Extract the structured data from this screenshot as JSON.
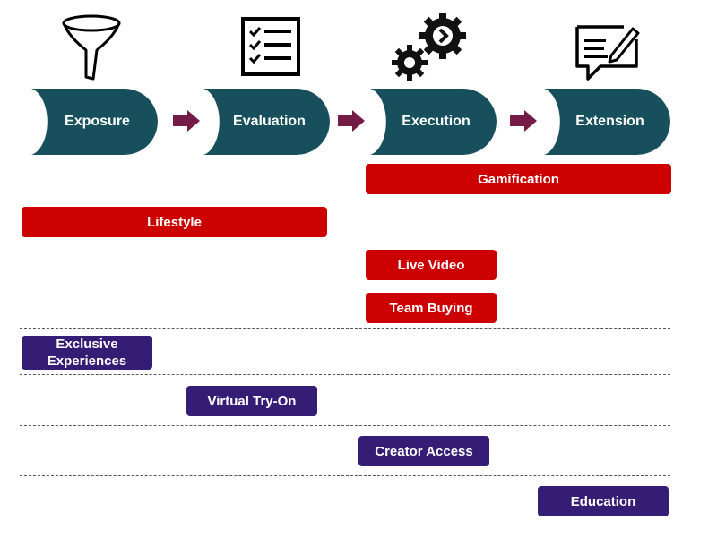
{
  "stages": [
    {
      "label": "Exposure",
      "icon": "funnel-icon"
    },
    {
      "label": "Evaluation",
      "icon": "checklist-icon"
    },
    {
      "label": "Execution",
      "icon": "gears-icon"
    },
    {
      "label": "Extension",
      "icon": "feedback-icon"
    }
  ],
  "arrow_icon": "right-arrow-icon",
  "bars": [
    {
      "label": "Gamification",
      "color": "#cc0000"
    },
    {
      "label": "Lifestyle",
      "color": "#cc0000"
    },
    {
      "label": "Live Video",
      "color": "#cc0000"
    },
    {
      "label": "Team Buying",
      "color": "#cc0000"
    },
    {
      "label": "Exclusive Experiences",
      "color": "#351c75"
    },
    {
      "label": "Virtual Try-On",
      "color": "#351c75"
    },
    {
      "label": "Creator Access",
      "color": "#351c75"
    },
    {
      "label": "Education",
      "color": "#351c75"
    }
  ],
  "colors": {
    "stage": "#17505c",
    "arrow": "#741b47",
    "red_bar": "#cc0000",
    "purple_bar": "#351c75"
  }
}
